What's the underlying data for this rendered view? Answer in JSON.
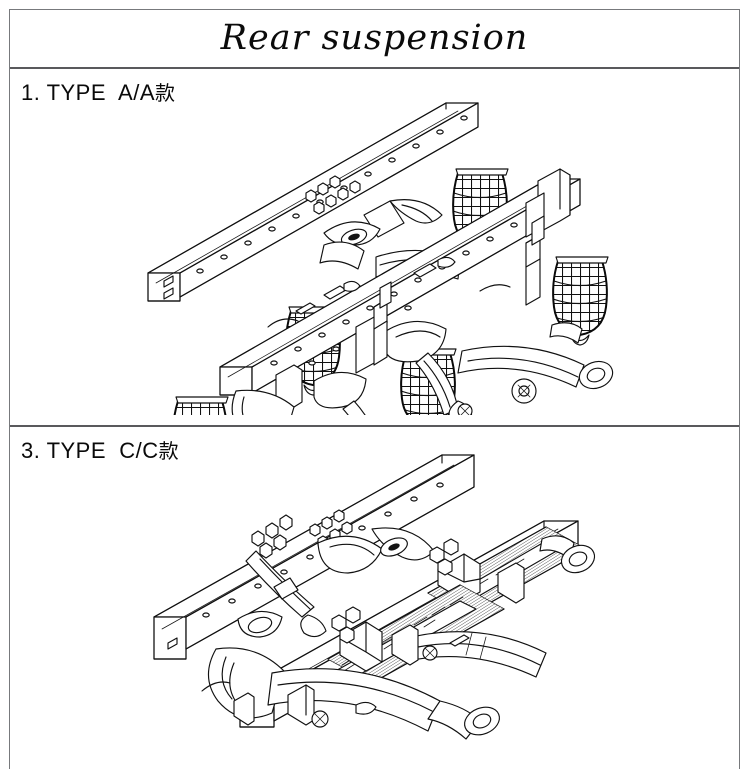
{
  "document": {
    "title": "Rear suspension",
    "background_color": "#ffffff",
    "border_color": "#77797c",
    "line_color": "#111111"
  },
  "sections": [
    {
      "index": "1.",
      "label": "1. TYPE  A/A款",
      "label_latin": "1. TYPE  A/A",
      "label_cjk": "款",
      "type_code": "A",
      "drawing": {
        "name": "rear-air-suspension-assembly-type-a",
        "view": "isometric",
        "style": "line-art-cad",
        "components": [
          "frame-rail-left",
          "frame-rail-right",
          "air-spring-bellows",
          "axle-housing",
          "shock-absorber",
          "trailing-arm",
          "torque-rod",
          "cross-member",
          "rivets"
        ],
        "air_spring_count": 6,
        "axle_count": 2
      }
    },
    {
      "index": "3.",
      "label": "3. TYPE  C/C款",
      "label_latin": "3. TYPE  C/C",
      "label_cjk": "款",
      "type_code": "C",
      "drawing": {
        "name": "rear-leaf-spring-suspension-assembly-type-c",
        "view": "isometric",
        "style": "line-art-cad",
        "components": [
          "frame-rail-left",
          "frame-rail-right",
          "leaf-spring-pack",
          "axle-housing",
          "equalizer-beam",
          "torque-rod",
          "spring-seat",
          "cross-member",
          "rivets"
        ],
        "leaf_spring_pack_count": 2,
        "axle_count": 2
      }
    }
  ]
}
